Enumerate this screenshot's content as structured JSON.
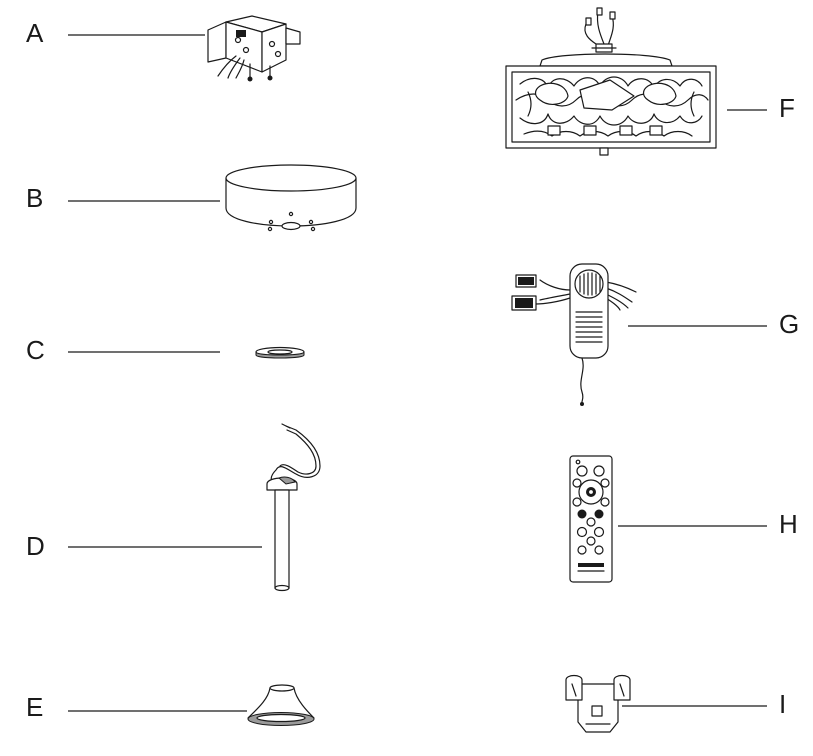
{
  "parts": [
    {
      "letter": "A",
      "icon": "mounting-bracket-icon"
    },
    {
      "letter": "B",
      "icon": "canopy-icon"
    },
    {
      "letter": "C",
      "icon": "canopy-ring-icon"
    },
    {
      "letter": "D",
      "icon": "downrod-icon"
    },
    {
      "letter": "E",
      "icon": "downrod-cover-icon"
    },
    {
      "letter": "F",
      "icon": "fan-body-shade-icon"
    },
    {
      "letter": "G",
      "icon": "receiver-icon"
    },
    {
      "letter": "H",
      "icon": "remote-control-icon"
    },
    {
      "letter": "I",
      "icon": "remote-holder-icon"
    }
  ]
}
